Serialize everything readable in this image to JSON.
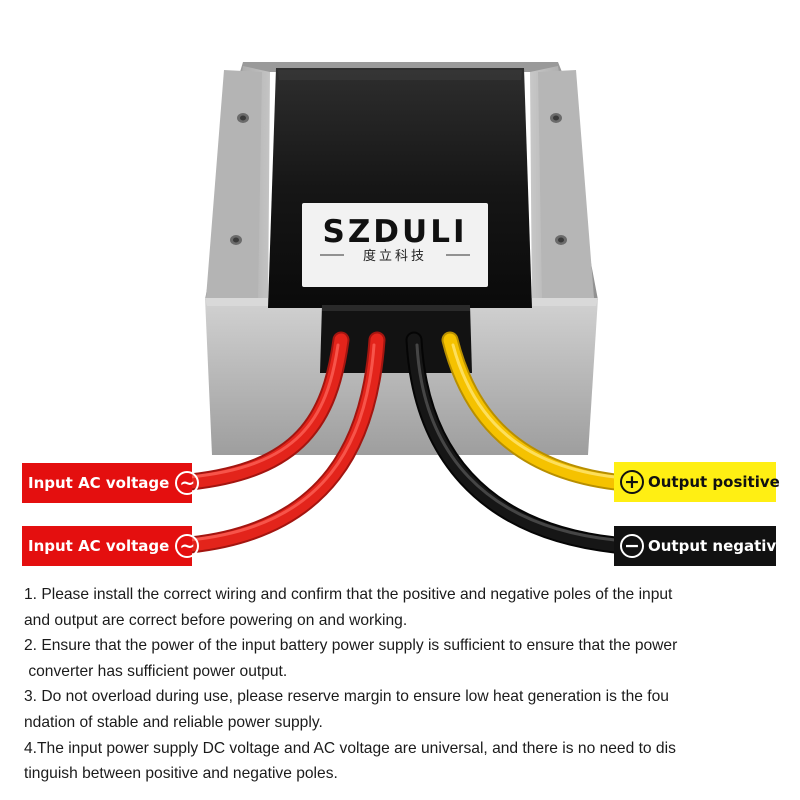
{
  "brand": {
    "logo_text": "SZDULI",
    "logo_subtitle": "度立科技"
  },
  "labels": {
    "input_ac_1": "Input AC voltage",
    "input_ac_2": "Input AC voltage",
    "output_positive": "Output positive",
    "output_negative": "Output negative"
  },
  "notes": [
    {
      "line1": "1. Please install the correct wiring and confirm that the positive and negative poles of the input",
      "line2": "and output are correct before powering on and working."
    },
    {
      "line1": "2. Ensure that the power of the input battery power supply is sufficient to ensure that the power",
      "line2": " converter has sufficient power output."
    },
    {
      "line1": "3. Do not overload during use, please reserve margin to ensure low heat generation is the fou",
      "line2": "ndation of stable and reliable power supply."
    },
    {
      "line1": "4.The input power supply DC voltage and AC voltage are universal, and there is no need to dis",
      "line2": "tinguish between positive and negative poles."
    }
  ],
  "colors": {
    "input_label_bg": "#e40f0f",
    "output_positive_bg": "#ffef13",
    "output_negative_bg": "#111111",
    "wire_red": "#e3241b",
    "wire_yellow": "#f5c200",
    "wire_black": "#161616",
    "housing_silver": "#b9b9b9"
  }
}
